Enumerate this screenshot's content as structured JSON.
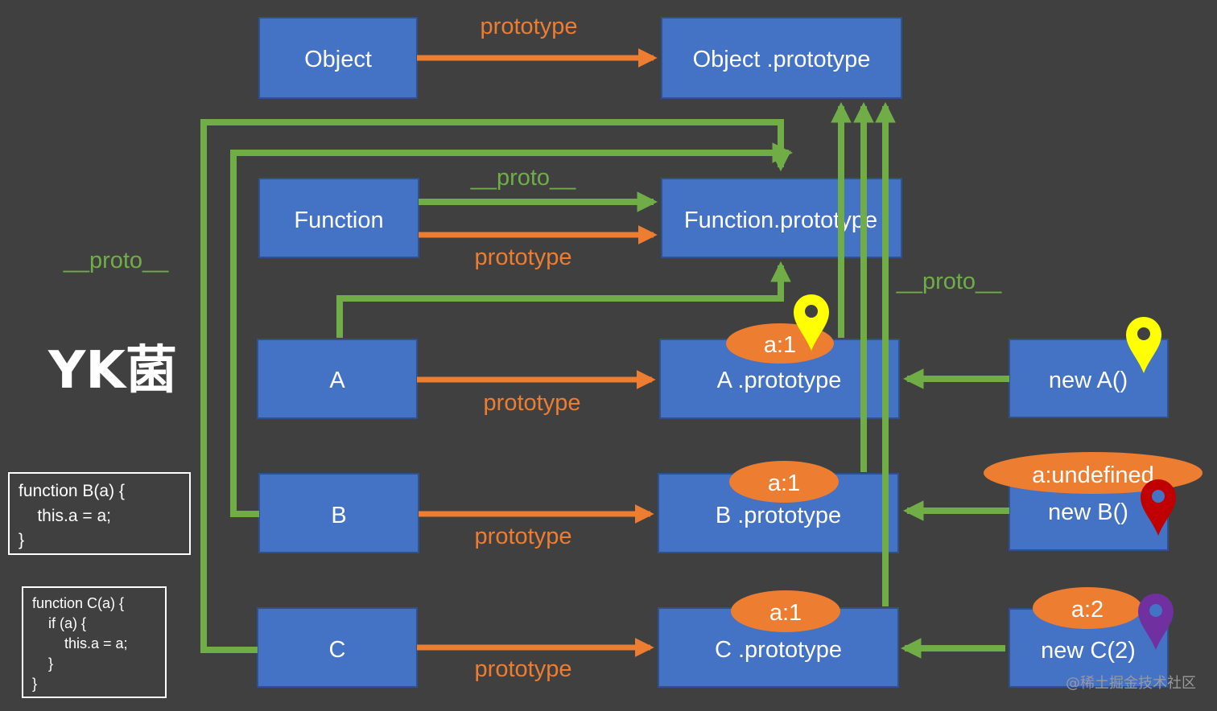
{
  "boxes": {
    "object": "Object",
    "object_prototype": "Object .prototype",
    "function": "Function",
    "function_prototype": "Function.prototype",
    "a": "A",
    "a_prototype": "A .prototype",
    "new_a": "new A()",
    "b": "B",
    "b_prototype": "B .prototype",
    "new_b": "new B()",
    "c": "C",
    "c_prototype": "C .prototype",
    "new_c": "new C(2)"
  },
  "labels": {
    "prototype_object": "prototype",
    "prototype_function": "prototype",
    "prototype_a": "prototype",
    "prototype_b": "prototype",
    "prototype_c": "prototype",
    "proto_function": "__proto__",
    "proto_left": "__proto__",
    "proto_right": "__proto__"
  },
  "ellipses": {
    "a_prototype": "a:1",
    "b_prototype": "a:1",
    "c_prototype": "a:1",
    "new_b": "a:undefined",
    "new_c": "a:2"
  },
  "logo": "YK菌",
  "code": {
    "b": [
      "function B(a) {",
      "    this.a = a;",
      "}"
    ],
    "c": [
      "function C(a) {",
      "    if (a) {",
      "        this.a = a;",
      "    }",
      "}"
    ]
  },
  "watermark": "@稀土掘金技术社区",
  "colors": {
    "background": "#404040",
    "box": "#4472c4",
    "prototype_arrow": "#ed7d31",
    "proto_arrow": "#70ad47",
    "pin_yellow": "#ffff00",
    "pin_red": "#c00000",
    "pin_purple": "#7030a0"
  },
  "icons": [
    "map-pin-icon-yellow",
    "map-pin-icon-yellow",
    "map-pin-icon-red",
    "map-pin-icon-purple"
  ]
}
